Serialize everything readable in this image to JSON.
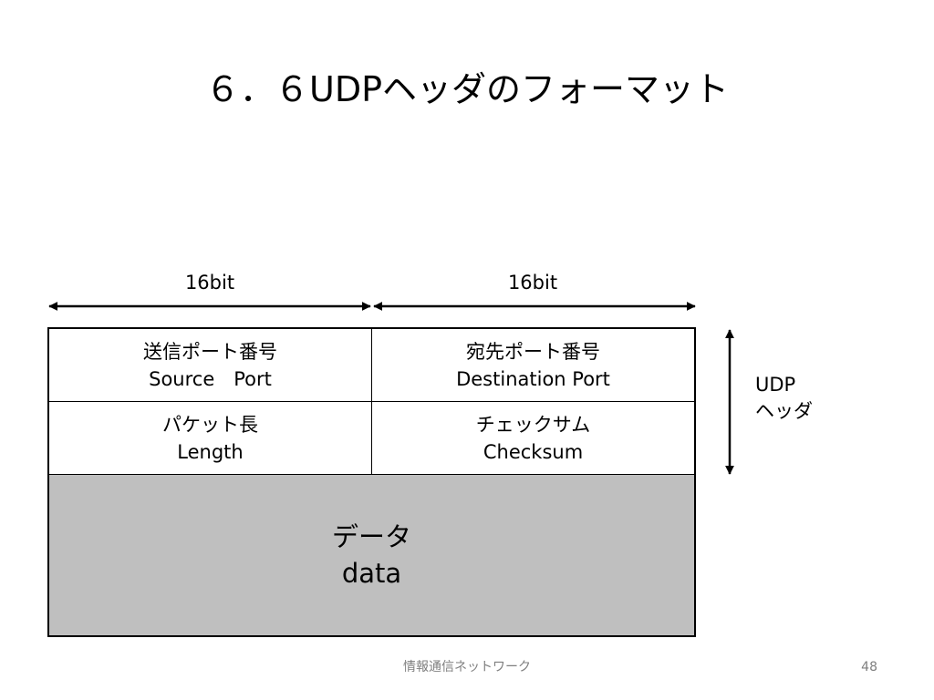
{
  "slide": {
    "title": "６．６UDPヘッダのフォーマット",
    "footer_text": "情報通信ネットワーク",
    "page_number": "48"
  },
  "diagram": {
    "width_labels": [
      "16bit",
      "16bit"
    ],
    "side_label": {
      "line1": "UDP",
      "line2": "ヘッダ"
    },
    "fields": {
      "source_port": {
        "ja": "送信ポート番号",
        "en": "Source　Port"
      },
      "destination_port": {
        "ja": "宛先ポート番号",
        "en": "Destination Port"
      },
      "length": {
        "ja": "パケット長",
        "en": "Length"
      },
      "checksum": {
        "ja": "チェックサム",
        "en": "Checksum"
      },
      "data": {
        "ja": "データ",
        "en": "data"
      }
    },
    "colors": {
      "border": "#000000",
      "header_fill": "#ffffff",
      "data_fill": "#bfbfbf",
      "footer_text": "#7f7f7f"
    }
  }
}
